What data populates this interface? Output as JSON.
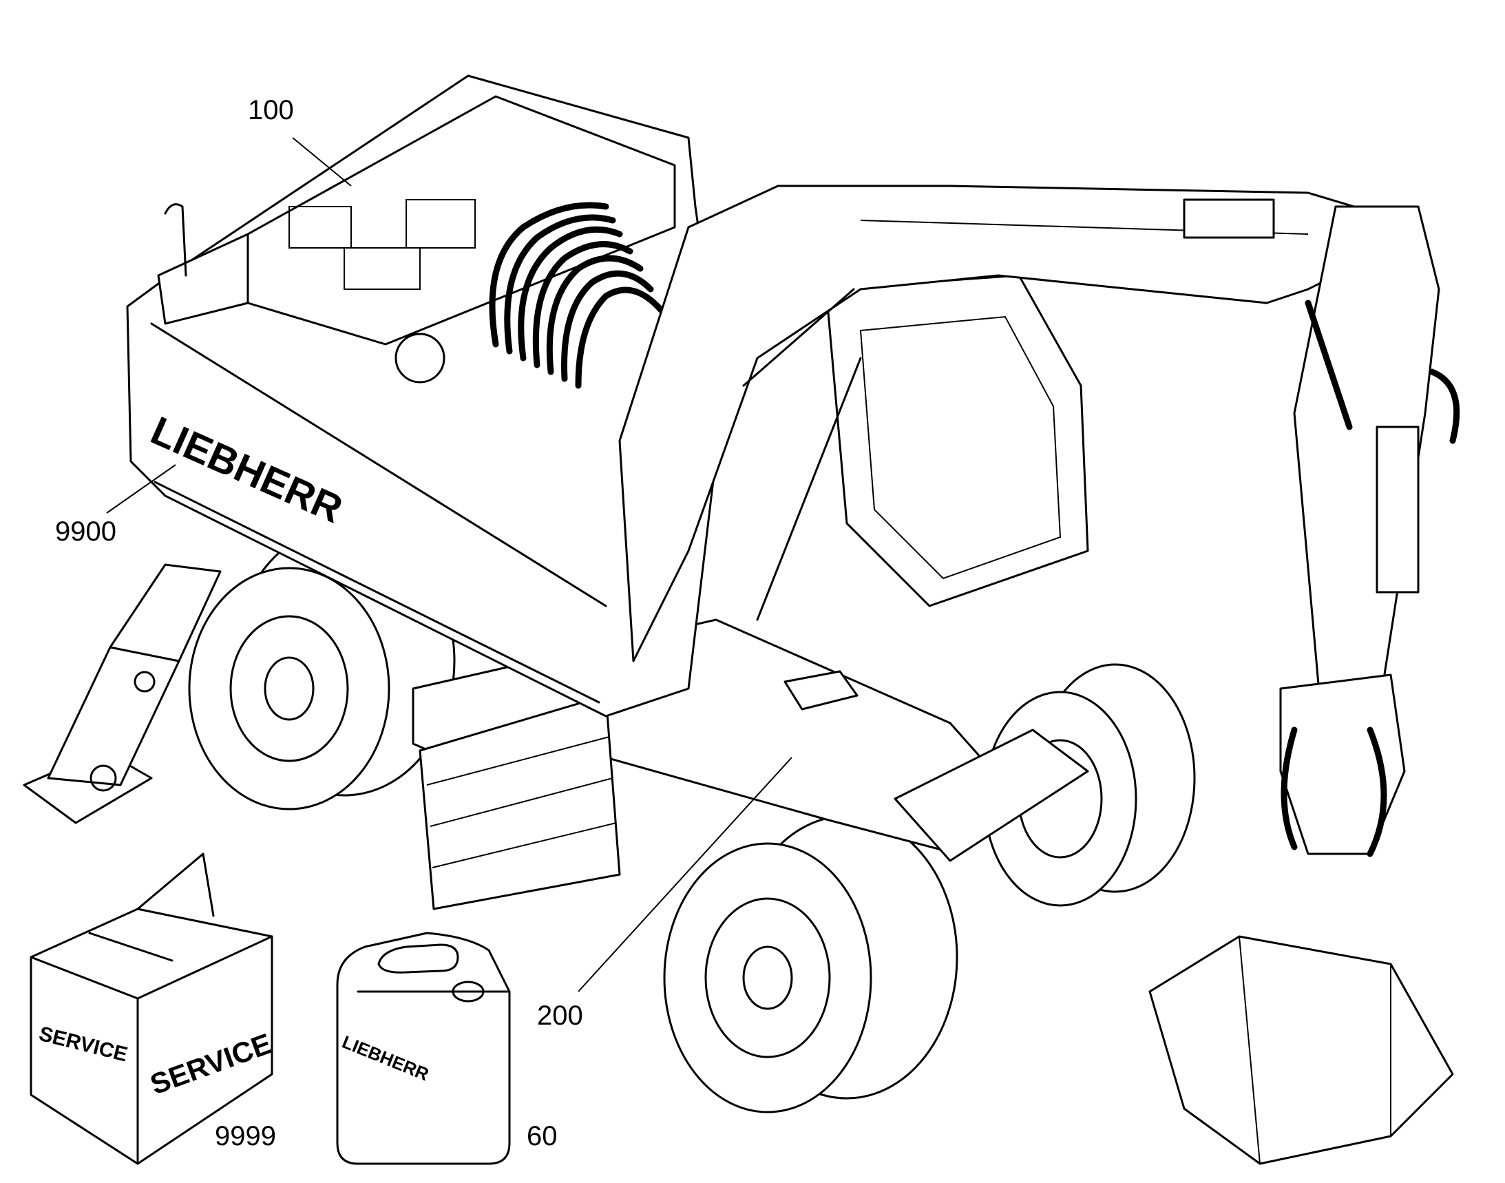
{
  "callouts": {
    "c100": "100",
    "c200": "200",
    "c9900": "9900",
    "c9999": "9999",
    "c60": "60"
  },
  "brand": {
    "body_logo": "LIEBHERR",
    "canister_logo": "LIEBHERR"
  },
  "service_box": {
    "front_label": "SERVICE",
    "side_label": "SERVICE"
  },
  "colors": {
    "line": "#000000",
    "background": "#ffffff"
  }
}
